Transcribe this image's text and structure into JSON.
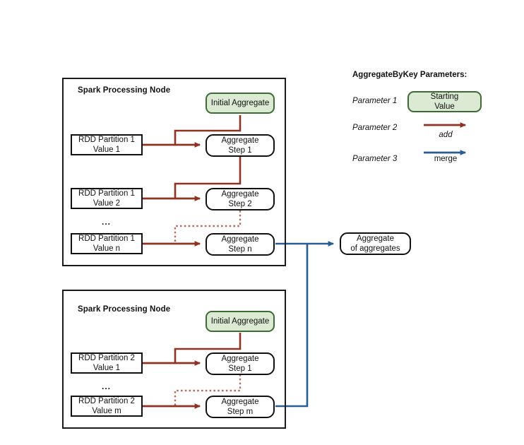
{
  "diagram": {
    "title_hidden": "",
    "colors": {
      "add_arrow": "#8f3223",
      "merge_arrow": "#2a5c94",
      "green_fill": "#dcead3",
      "green_border": "#3c6b33",
      "box_border": "#111111",
      "dotted": "#b4705e"
    },
    "nodes": [
      {
        "title": "Spark Processing Node",
        "initial": "Initial Aggregate",
        "rows": [
          {
            "source_line1": "RDD Partition 1",
            "source_line2": "Value 1",
            "step_line1": "Aggregate",
            "step_line2": "Step 1"
          },
          {
            "source_line1": "RDD Partition 1",
            "source_line2": "Value 2",
            "step_line1": "Aggregate",
            "step_line2": "Step 2"
          },
          {
            "source_line1": "RDD Partition 1",
            "source_line2": "Value n",
            "step_line1": "Aggregate",
            "step_line2": "Step n"
          }
        ],
        "ellipsis": "..."
      },
      {
        "title": "Spark Processing Node",
        "initial": "Initial Aggregate",
        "rows": [
          {
            "source_line1": "RDD Partition 2",
            "source_line2": "Value 1",
            "step_line1": "Aggregate",
            "step_line2": "Step 1"
          },
          {
            "source_line1": "RDD Partition 2",
            "source_line2": "Value m",
            "step_line1": "Aggregate",
            "step_line2": "Step m"
          }
        ],
        "ellipsis": "..."
      }
    ],
    "final": {
      "line1": "Aggregate",
      "line2": "of aggregates"
    },
    "legend": {
      "title": "AggregateByKey Parameters:",
      "items": [
        {
          "label": "Parameter 1",
          "kind": "green-box",
          "box_line1": "Starting",
          "box_line2": "Value",
          "caption": ""
        },
        {
          "label": "Parameter 2",
          "kind": "red-arrow",
          "caption": "add"
        },
        {
          "label": "Parameter 3",
          "kind": "blue-arrow",
          "caption": "merge"
        }
      ]
    }
  }
}
